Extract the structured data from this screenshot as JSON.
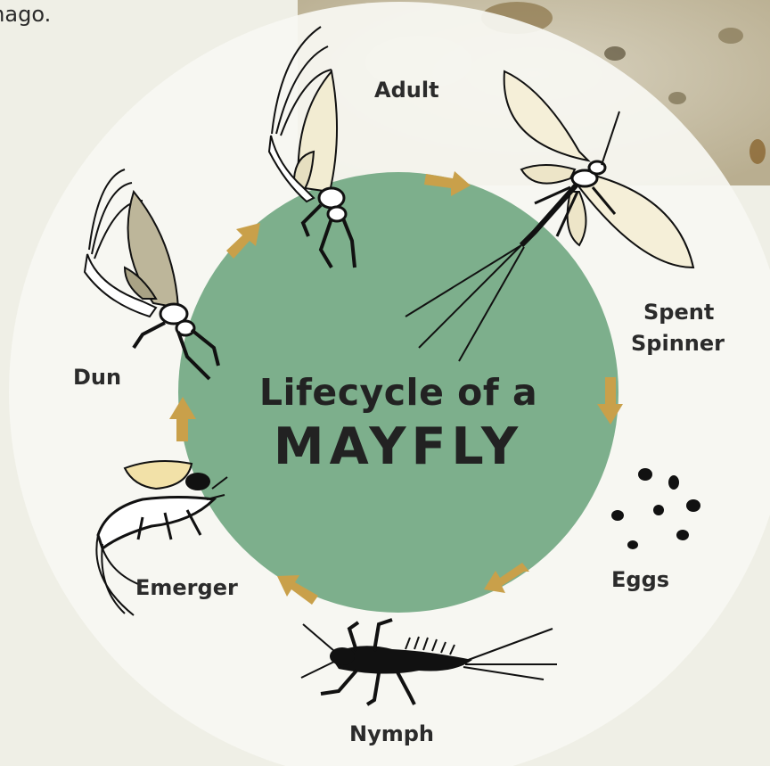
{
  "page": {
    "partial_text": "mago."
  },
  "diagram": {
    "title_line1": "Lifecycle of a",
    "title_line2": "MAYFLY",
    "stages": {
      "adult": "Adult",
      "spent_spinner_line1": "Spent",
      "spent_spinner_line2": "Spinner",
      "eggs": "Eggs",
      "nymph": "Nymph",
      "emerger": "Emerger",
      "dun": "Dun"
    }
  },
  "colors": {
    "background": "#efefe6",
    "ring": "#f8f7f2",
    "center_circle": "#7daf8c",
    "arrow": "#c9a04a",
    "insect": "#111111"
  }
}
